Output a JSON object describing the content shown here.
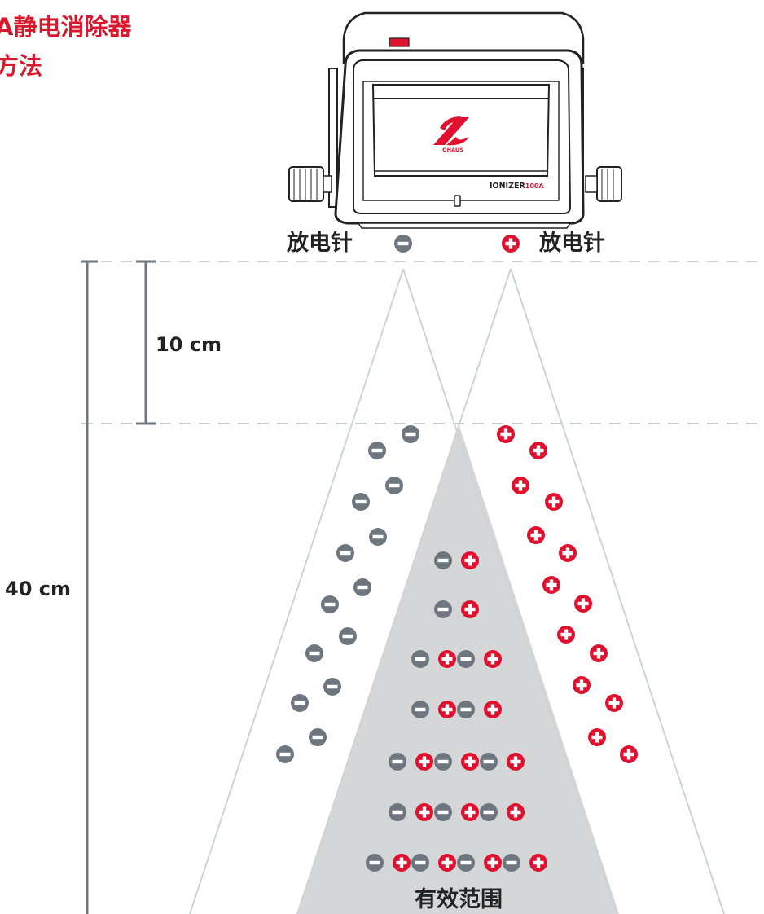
{
  "title": {
    "line1": "A静电消除器",
    "line2": "方法"
  },
  "device": {
    "brand": "OHAUS",
    "model": "IONIZER",
    "model_suffix": "100A"
  },
  "labels": {
    "needle_left": "放电针",
    "needle_right": "放电针",
    "distance_short": "10 cm",
    "distance_long": "40 cm",
    "effective_range": "有效范围"
  },
  "colors": {
    "positive": "#e0102f",
    "negative": "#6e7680",
    "effective_zone": "#d4d6d8",
    "beam_line": "#cfd3d6",
    "dashed_line": "#c8ccd0",
    "dimension_line": "#6e7680",
    "title_red": "#d9182d"
  },
  "ions": {
    "negative_symbol": "−",
    "positive_symbol": "+",
    "effective_zone_rows": [
      1,
      1,
      2,
      2,
      3,
      3,
      4
    ]
  }
}
